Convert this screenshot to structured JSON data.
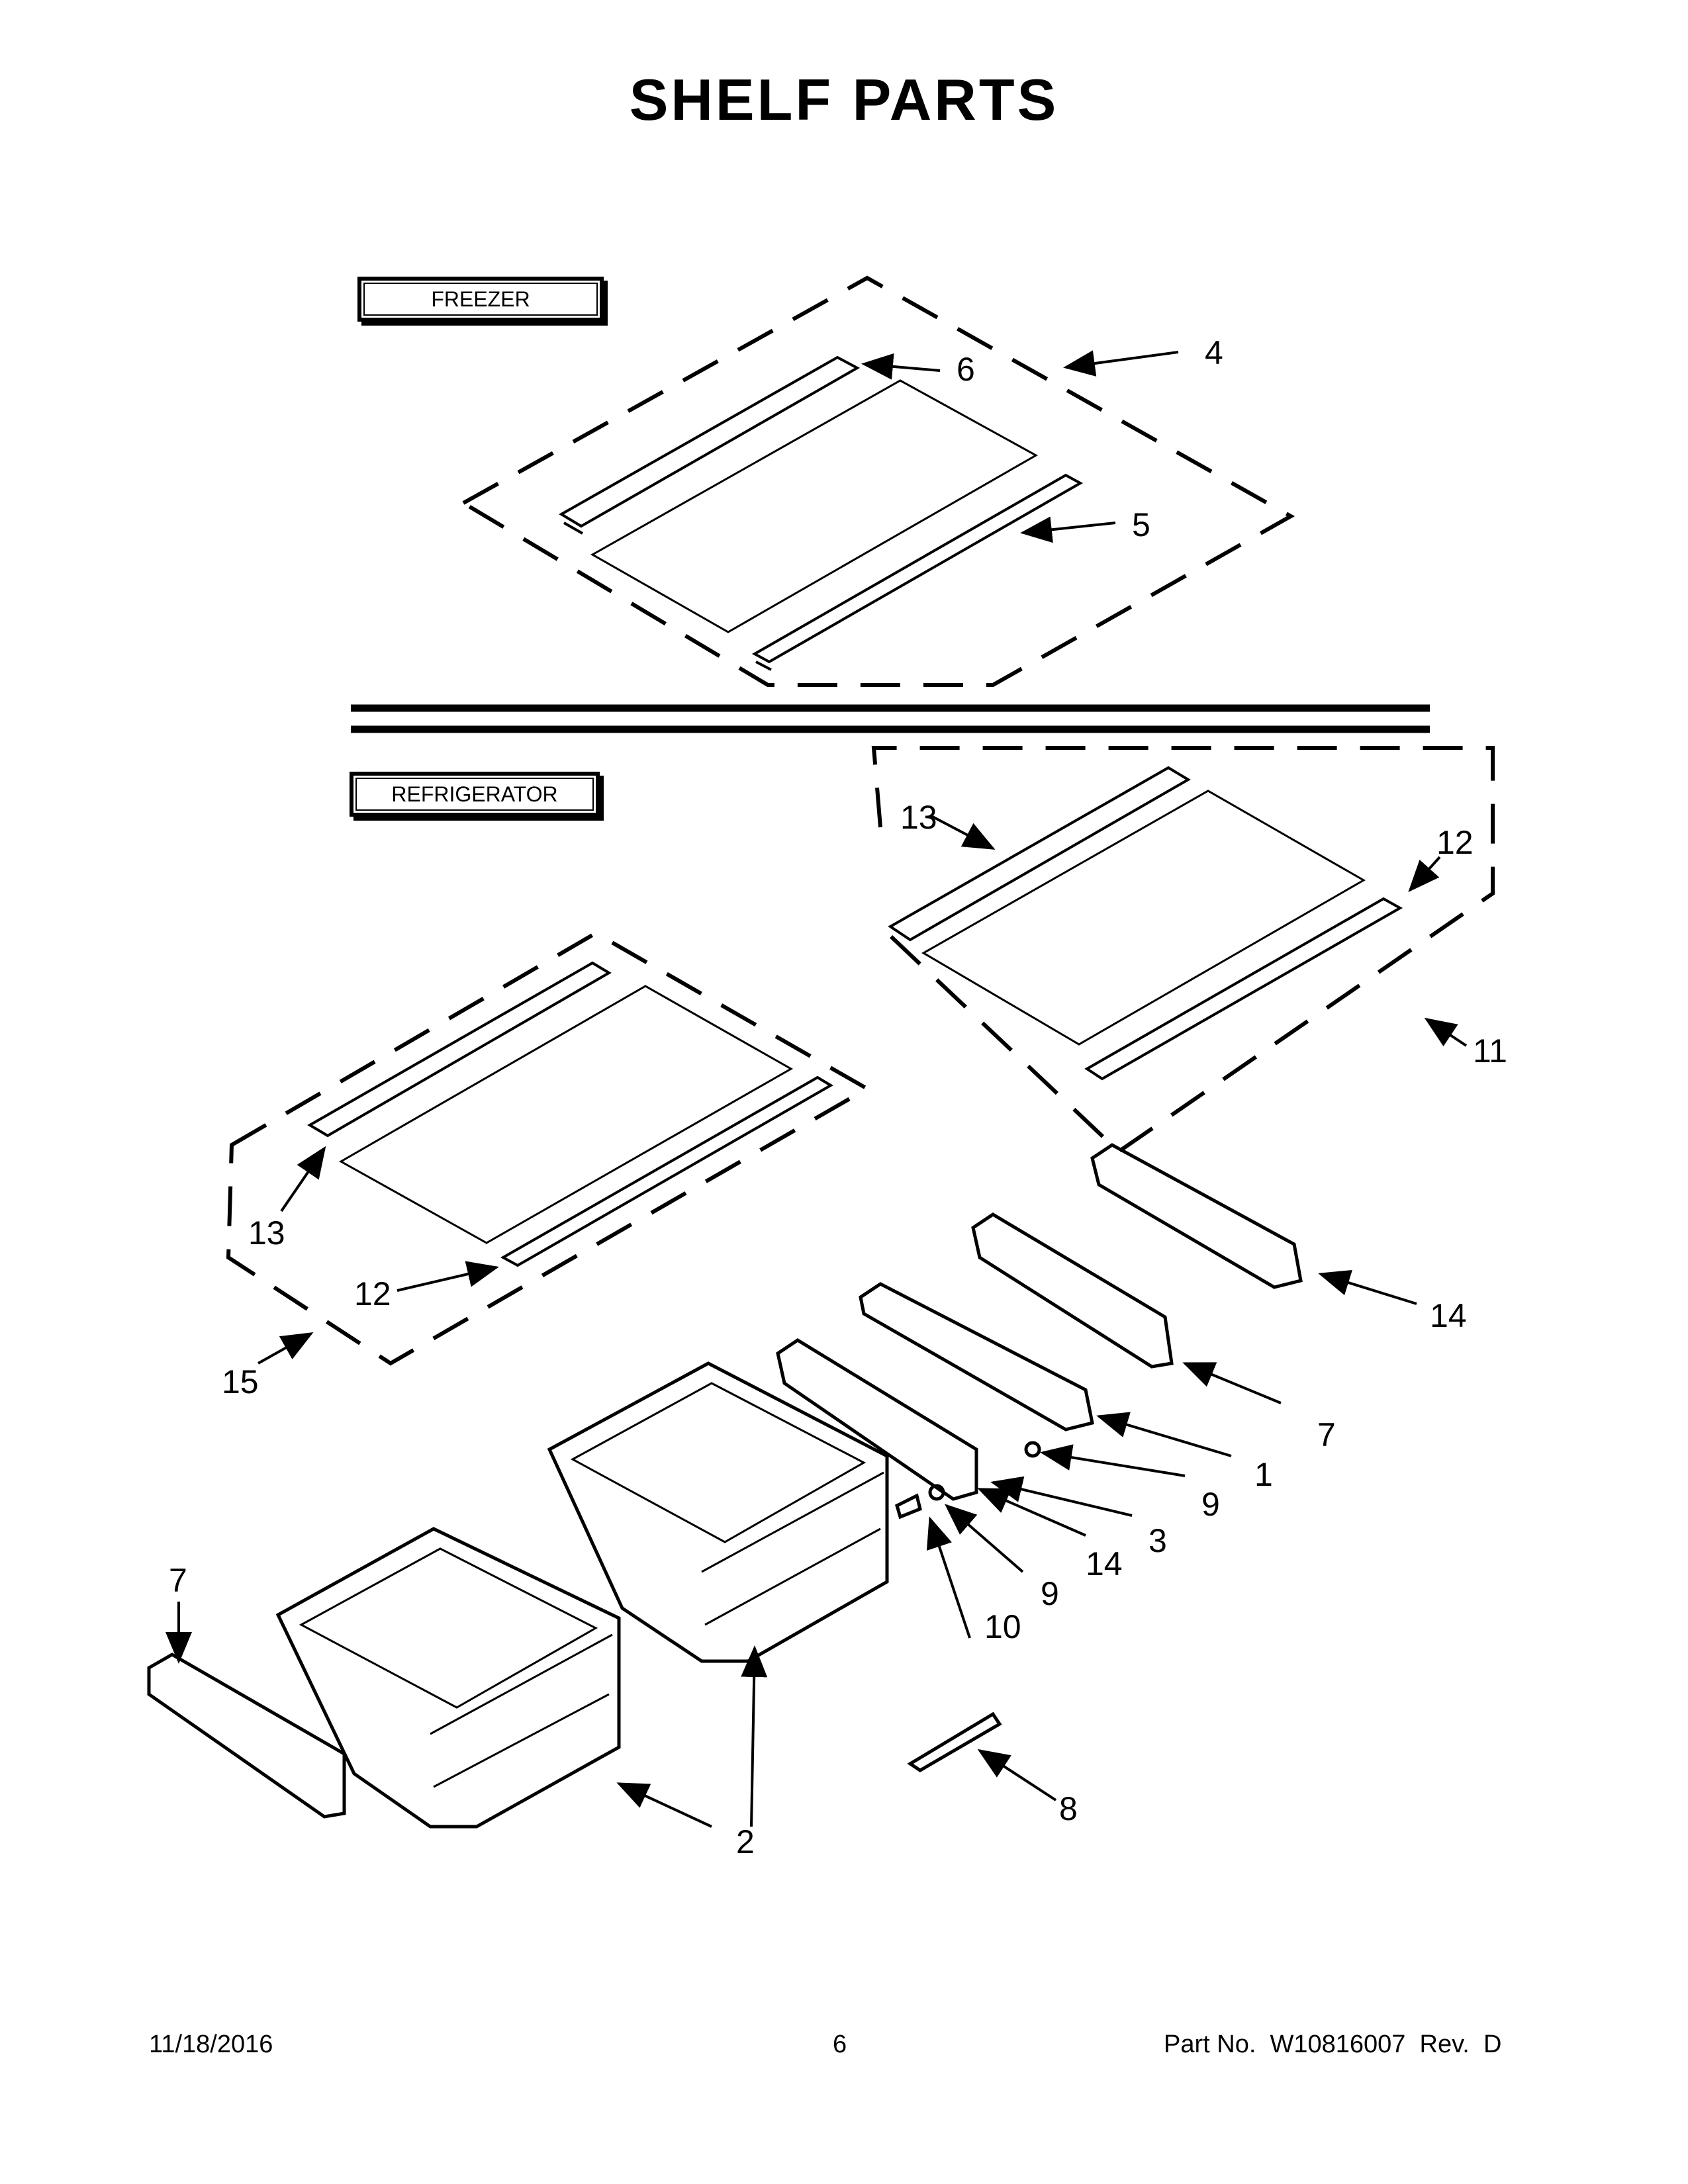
{
  "title": "SHELF PARTS",
  "sections": {
    "freezer": "FREEZER",
    "refrigerator": "REFRIGERATOR"
  },
  "callouts": {
    "c1": "1",
    "c2a": "2",
    "c3": "3",
    "c4": "4",
    "c5": "5",
    "c6": "6",
    "c7a": "7",
    "c7b": "7",
    "c8": "8",
    "c9a": "9",
    "c9b": "9",
    "c10": "10",
    "c11": "11",
    "c12a": "12",
    "c12b": "12",
    "c13a": "13",
    "c13b": "13",
    "c14a": "14",
    "c14b": "14",
    "c15": "15"
  },
  "footer": {
    "date": "11/18/2016",
    "page": "6",
    "part_no": "Part No.  W10816007  Rev.  D"
  }
}
